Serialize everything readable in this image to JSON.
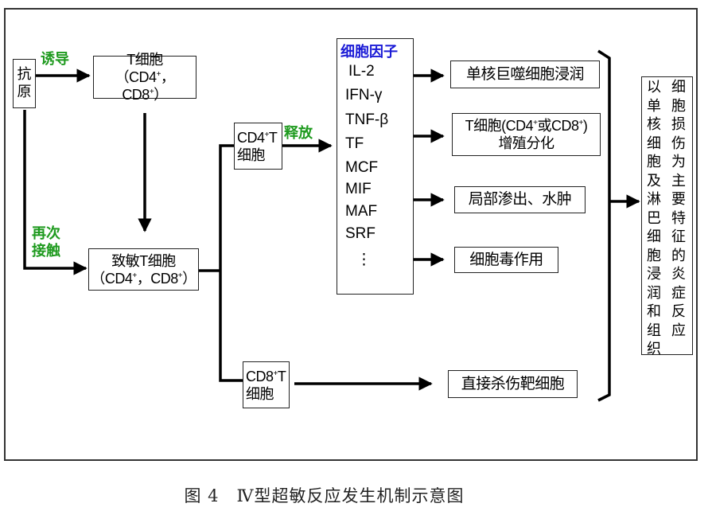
{
  "diagram": {
    "antigen": [
      "抗",
      "原"
    ],
    "induce_label": "诱导",
    "t_cell": {
      "line1": "T细胞",
      "line2_a": "（CD4",
      "line2_b": "，CD8",
      "line2_c": "）",
      "sup": "+"
    },
    "recontact_label": [
      "再次",
      "接触"
    ],
    "sensitized_t_cell": {
      "line1": "致敏T细胞",
      "line2_a": "（CD4",
      "line2_b": "，CD8",
      "line2_c": "）",
      "sup": "+"
    },
    "cd4_cell": {
      "line1_a": "CD4",
      "line1_b": "T",
      "line2": "细胞",
      "sup": "+"
    },
    "release_label": "释放",
    "cd8_cell": {
      "line1_a": "CD8",
      "line1_b": "T",
      "line2": "细胞",
      "sup": "+"
    },
    "cytokines": {
      "title": "细胞因子",
      "items": [
        "IL-2",
        "IFN-γ",
        "TNF-β",
        "TF",
        "MCF",
        "MIF",
        "MAF",
        "SRF",
        "⋮"
      ]
    },
    "effects": [
      {
        "text": "单核巨噬细胞浸润"
      },
      {
        "line1_a": "T细胞(CD4",
        "line1_b": "或CD8",
        "line1_c": ")",
        "sup": "+",
        "line2": "增殖分化"
      },
      {
        "text": "局部渗出、水肿"
      },
      {
        "text": "细胞毒作用"
      },
      {
        "text": "直接杀伤靶细胞"
      }
    ],
    "result": {
      "col_left": [
        "以",
        "单",
        "核",
        "细",
        "胞",
        "及",
        "淋",
        "巴",
        "细",
        "胞",
        "浸",
        "润",
        "和",
        "组",
        "织"
      ],
      "col_right": [
        "细",
        "胞",
        "损",
        "伤",
        "为",
        "主",
        "要",
        "特",
        "征",
        "的",
        "炎",
        "症",
        "反",
        "应"
      ]
    }
  },
  "caption": "图 4　Ⅳ型超敏反应发生机制示意图",
  "colors": {
    "label_green": "#1e9a1e",
    "title_blue": "#1a1ad6",
    "line": "#000000"
  }
}
